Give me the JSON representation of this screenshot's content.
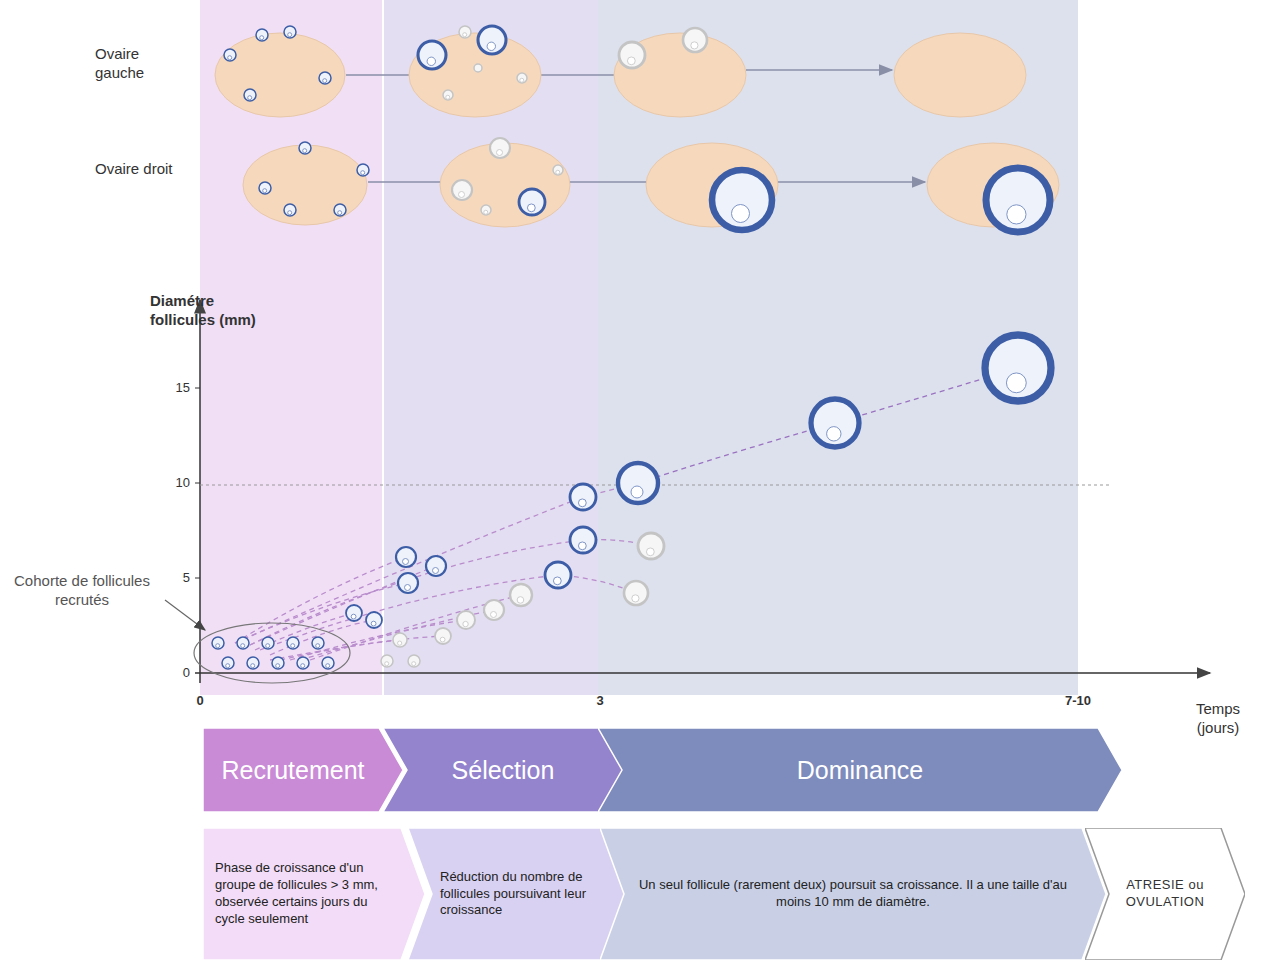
{
  "diagram": {
    "nodes": [
      {
        "text": [
          "Recrutement"
        ]
      },
      {
        "text": [
          "Sélection"
        ]
      },
      {
        "text": [
          "Dominance"
        ]
      },
      {
        "text": [
          "Phase de croissance d'un groupe de follicules > 3 mm, observée certains jours du cycle seulement"
        ]
      },
      {
        "text": [
          "Réduction du nombre de follicules poursuivant leur croissance"
        ]
      },
      {
        "text": [
          "Un seul follicule (rarement deux) poursuit sa croissance. Il a une taille d'au moins 10 mm de diamètre."
        ]
      },
      {
        "text": [
          "ATRESIE ou OVULATION"
        ]
      }
    ],
    "labels": [
      "Ovaire gauche",
      "Ovaire droit",
      "Diamétre follicules (mm)",
      "15",
      "10",
      "5",
      "0",
      "0",
      "3",
      "7-10",
      "Temps (jours)",
      "Cohorte de follicules recrutés"
    ]
  }
}
